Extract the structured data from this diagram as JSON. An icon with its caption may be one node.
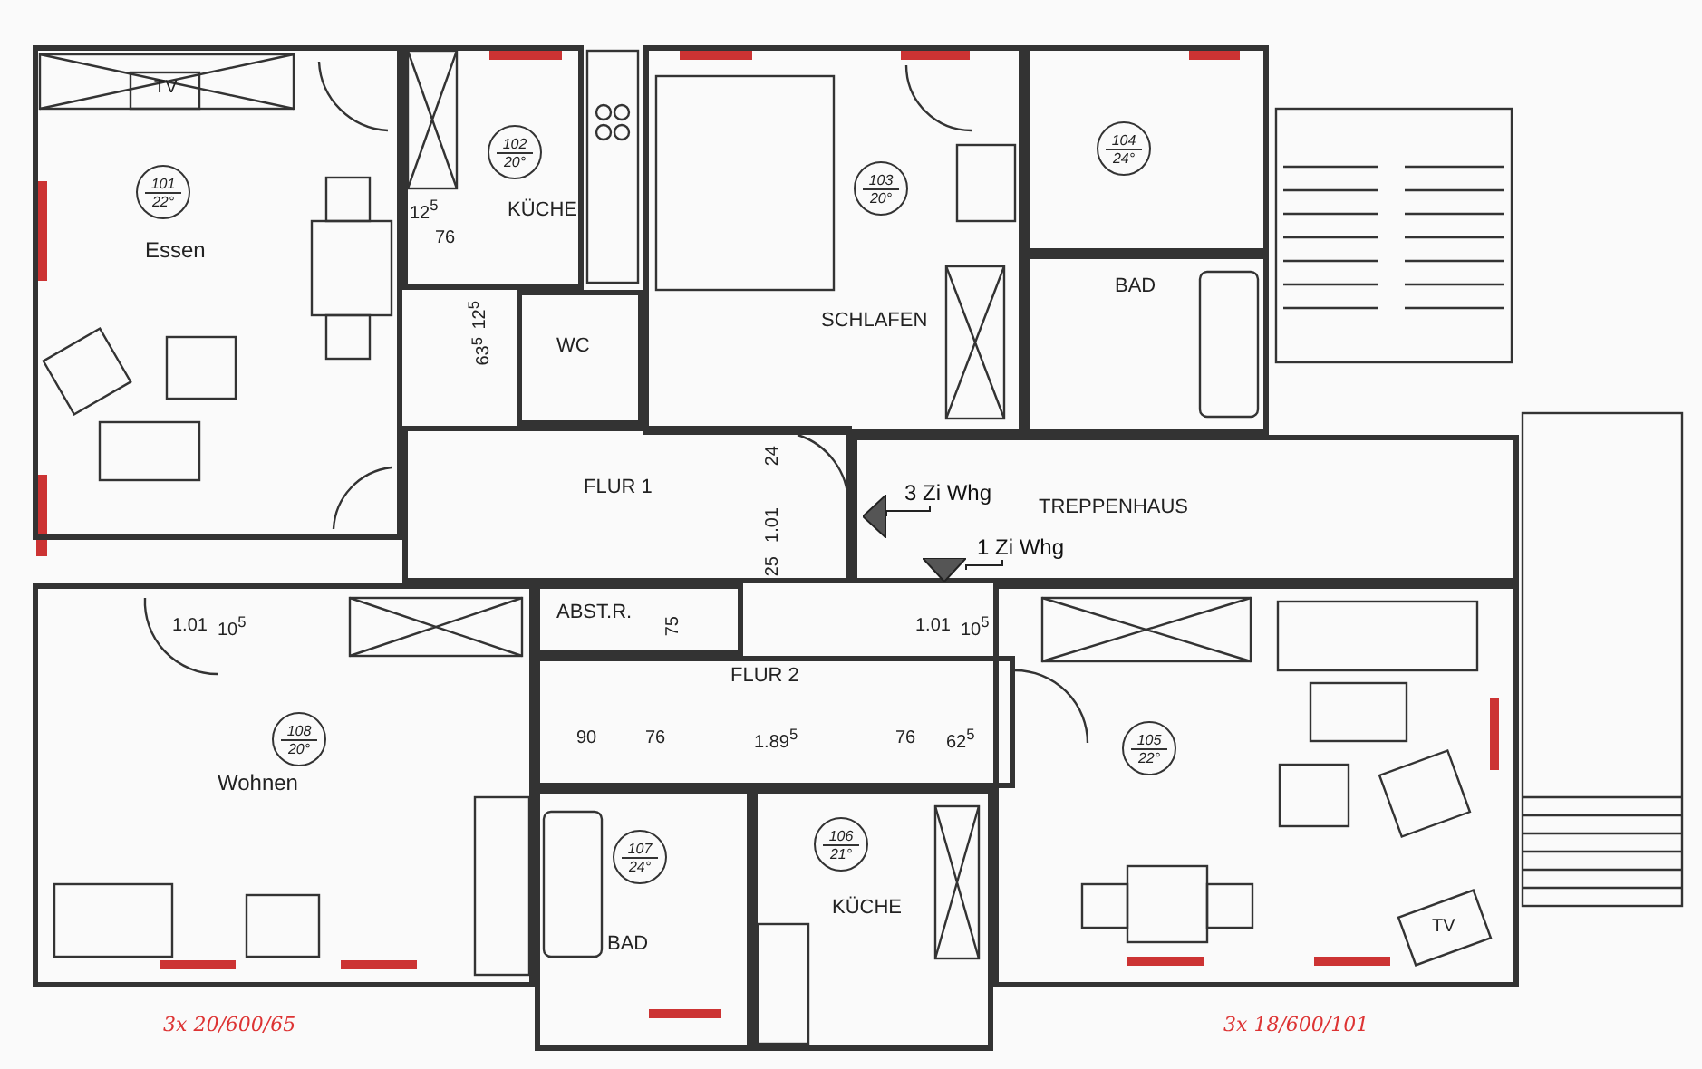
{
  "diagram": {
    "nodes": [
      {
        "text": [
          "Essen"
        ]
      },
      {
        "text": [
          "101",
          "22°"
        ],
        "in": 0
      },
      {
        "text": [
          "KÜCHE"
        ]
      },
      {
        "text": [
          "102",
          "20°"
        ],
        "in": 2
      },
      {
        "text": [
          "WC"
        ]
      },
      {
        "text": [
          "FLUR 1"
        ]
      },
      {
        "text": [
          "SCHLAFEN"
        ]
      },
      {
        "text": [
          "103",
          "20°"
        ],
        "in": 6
      },
      {
        "text": [],
        "shape": "box"
      },
      {
        "text": [
          "104",
          "24°"
        ],
        "in": 8
      },
      {
        "text": [
          "BAD"
        ]
      },
      {
        "text": [
          "TREPPENHAUS"
        ]
      },
      {
        "text": [
          "3 Zi Whg"
        ],
        "in": 11
      },
      {
        "text": [],
        "shape": "triangle",
        "in": 11
      },
      {
        "text": [
          "1 Zi Whg"
        ],
        "in": 11
      },
      {
        "text": [],
        "shape": "triangle",
        "in": 11
      },
      {
        "text": [
          "ABST.R."
        ]
      },
      {
        "text": [
          "FLUR 2"
        ]
      },
      {
        "text": [
          "Wohnen"
        ]
      },
      {
        "text": [
          "108",
          "20°"
        ],
        "in": 18
      },
      {
        "text": [
          "BAD"
        ]
      },
      {
        "text": [
          "107",
          "24°"
        ],
        "in": 20
      },
      {
        "text": [
          "KÜCHE"
        ]
      },
      {
        "text": [
          "106",
          "21°"
        ],
        "in": 22
      },
      {
        "text": [],
        "shape": "box"
      },
      {
        "text": [
          "105",
          "22°"
        ],
        "in": 24
      }
    ],
    "edges": [
      {
        "from": 12,
        "to": 13,
        "arrow": "none"
      },
      {
        "from": 14,
        "to": 15,
        "arrow": "none"
      }
    ],
    "labels": [
      "TV",
      "12$^{5}$",
      "76",
      "12$^{5}$",
      "63$^{5}$",
      "24",
      "1.01",
      "25",
      "1.01",
      "10$^{5}$",
      "75",
      "1.01",
      "10$^{5}$",
      "90",
      "76",
      "1.89$^{5}$",
      "76",
      "62$^{5}$",
      "TV",
      "3x 20/600/65",
      "3x 18/600/101"
    ]
  }
}
